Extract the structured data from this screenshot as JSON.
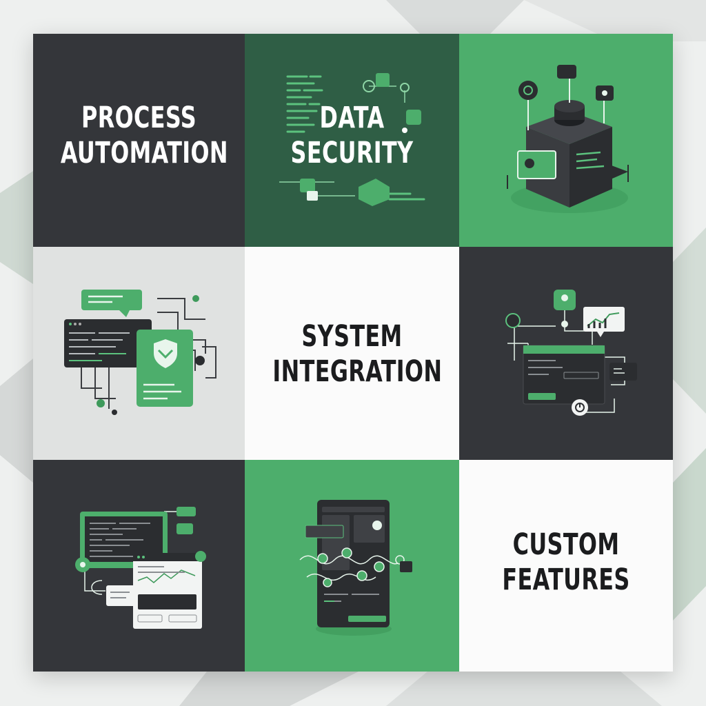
{
  "tiles": {
    "process_automation": {
      "line1": "PROCESS",
      "line2": "AUTOMATION"
    },
    "data_security": {
      "line1": "DATA",
      "line2": "SECURITY"
    },
    "system_integration": {
      "line1": "SYSTEM",
      "line2": "INTEGRATION"
    },
    "custom_features": {
      "line1": "CUSTOM",
      "line2": "FEATURES"
    }
  },
  "colors": {
    "dark": "#34363a",
    "dark_green": "#2f5e45",
    "green": "#4dae6c",
    "light_gray": "#e0e2e1",
    "white": "#fbfbfb"
  },
  "icons": [
    "server-cube-icon",
    "chat-bubble-icon",
    "code-window-icon",
    "shield-icon",
    "dashboard-window-icon",
    "chart-icon",
    "gauge-icon",
    "mobile-app-icon",
    "network-icon",
    "lock-icon",
    "cloud-icon"
  ]
}
